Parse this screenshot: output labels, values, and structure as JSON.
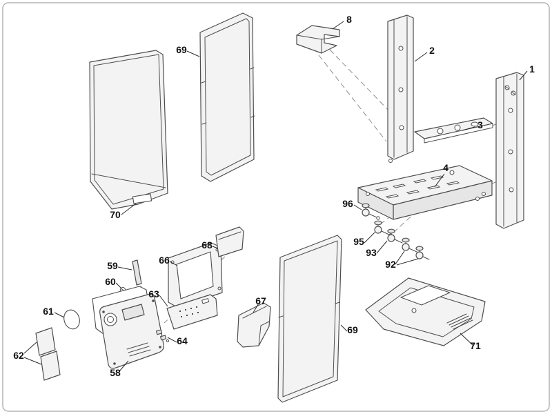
{
  "diagram": {
    "kind": "exploded-parts-diagram",
    "description": "Exploded view of a wall-hung appliance: casing panels, frame rails, base plate, valves, control box and base tray with numbered callouts",
    "colors": {
      "line": "#4d4d4d",
      "label": "#111111",
      "fill": "#f3f3f3",
      "fill-dark": "#e6e6e6",
      "dash": "#8c8c8c",
      "border": "#b3b3b3",
      "bg": "#ffffff"
    },
    "part_numbers": [
      "1",
      "2",
      "3",
      "4",
      "8",
      "58",
      "59",
      "60",
      "61",
      "62",
      "63",
      "64",
      "66",
      "67",
      "68",
      "69",
      "70",
      "71",
      "92",
      "93",
      "95",
      "96"
    ]
  },
  "labels": {
    "p1": "1",
    "p2": "2",
    "p3": "3",
    "p4": "4",
    "p8": "8",
    "p58": "58",
    "p59": "59",
    "p60": "60",
    "p61": "61",
    "p62": "62",
    "p63": "63",
    "p64": "64",
    "p66": "66",
    "p67": "67",
    "p68": "68",
    "p69a": "69",
    "p69b": "69",
    "p70": "70",
    "p71": "71",
    "p92": "92",
    "p93": "93",
    "p95": "95",
    "p96": "96"
  }
}
